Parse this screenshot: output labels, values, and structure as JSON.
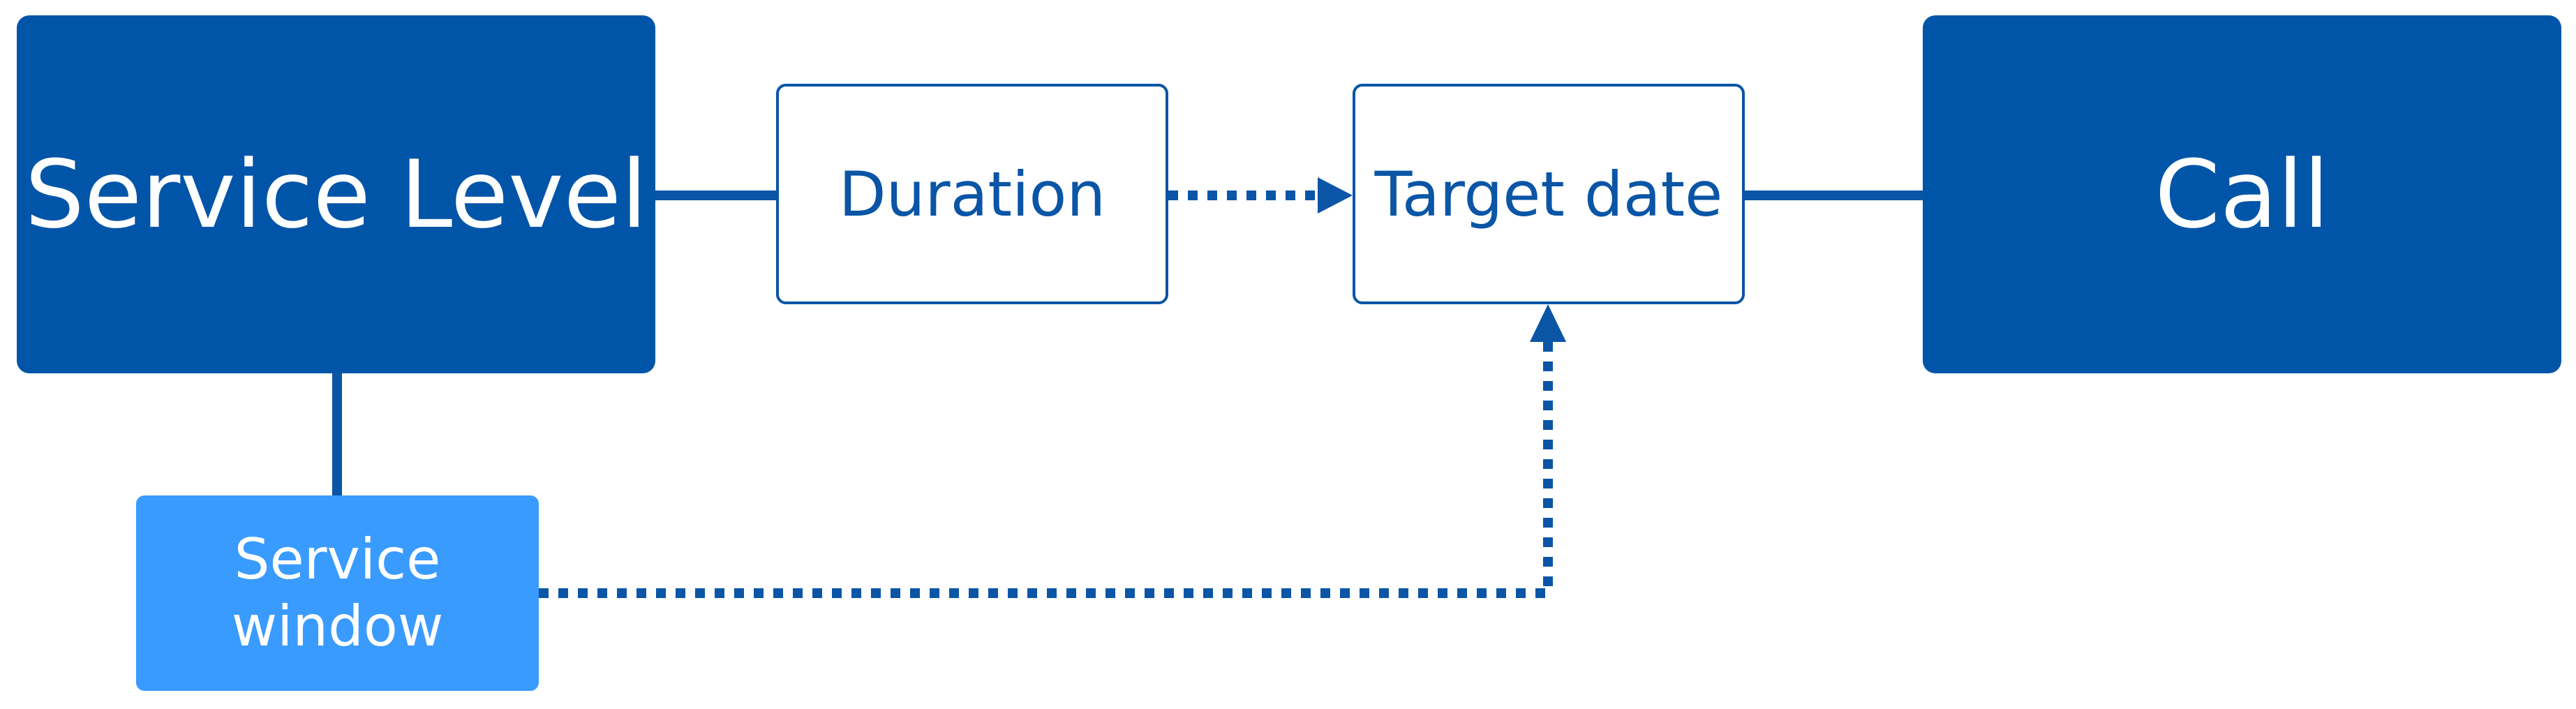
{
  "diagram": {
    "nodes": {
      "service_level": "Service Level",
      "duration": "Duration",
      "target_date": "Target date",
      "call": "Call",
      "service_window_line1": "Service",
      "service_window_line2": "window"
    },
    "edges": [
      {
        "from": "Service Level",
        "to": "Duration",
        "style": "solid"
      },
      {
        "from": "Duration",
        "to": "Target date",
        "style": "dotted-arrow"
      },
      {
        "from": "Target date",
        "to": "Call",
        "style": "solid"
      },
      {
        "from": "Service Level",
        "to": "Service window",
        "style": "solid"
      },
      {
        "from": "Service window",
        "to": "Target date",
        "style": "dotted-arrow"
      }
    ],
    "colors": {
      "dark_blue": "#0055a8",
      "light_blue": "#3a9bff",
      "outline_blue": "#0a55a6",
      "background": "#ffffff"
    }
  }
}
